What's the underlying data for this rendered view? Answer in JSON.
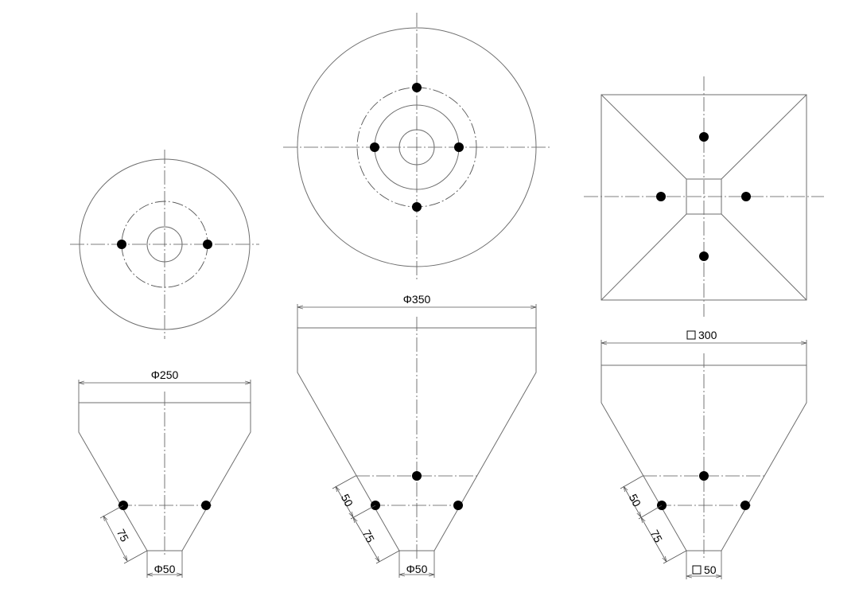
{
  "dimensions": {
    "small_top_diameter": "250",
    "small_outlet_diameter": "50",
    "small_height": "75",
    "medium_top_diameter": "350",
    "medium_outlet_diameter": "50",
    "medium_height_upper": "50",
    "medium_height_lower": "75",
    "square_top_width": "300",
    "square_outlet_width": "50",
    "square_height_upper": "50",
    "square_height_lower": "75"
  },
  "symbols": {
    "diameter": "Φ"
  }
}
